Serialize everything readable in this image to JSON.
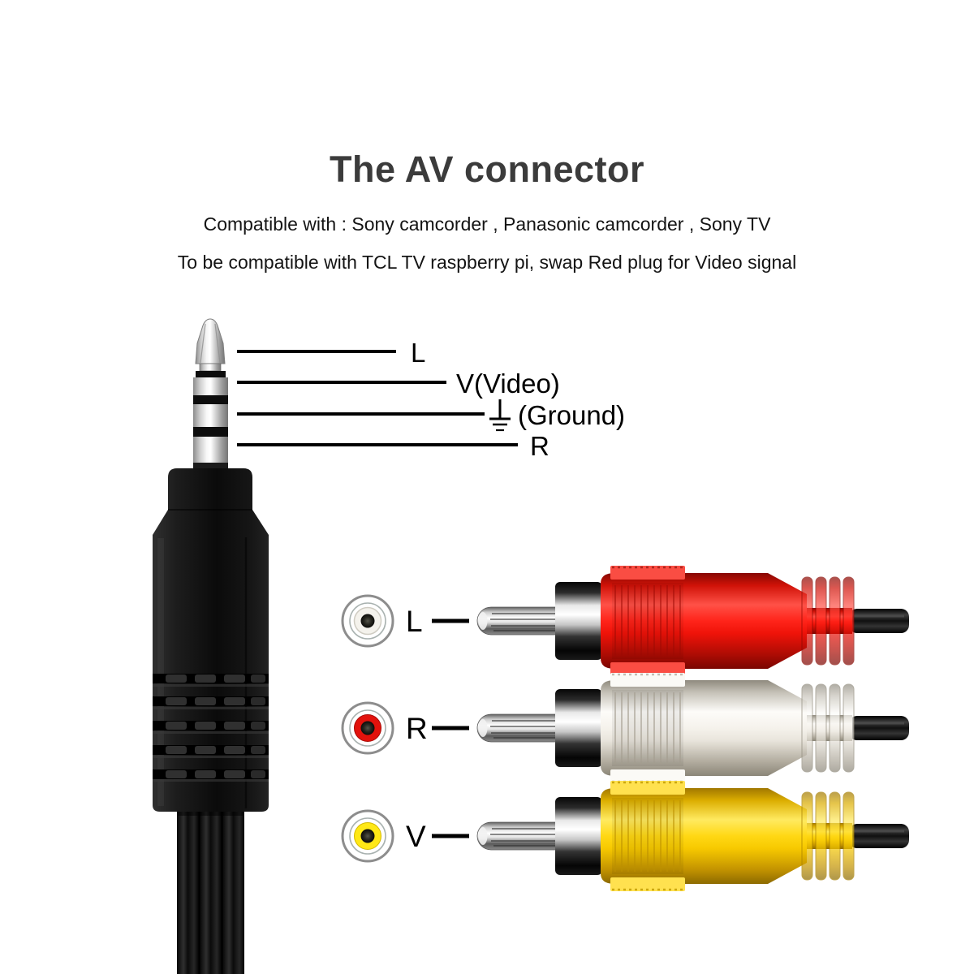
{
  "header": {
    "title": "The AV connector",
    "subtitle1": "Compatible with : Sony camcorder , Panasonic camcorder , Sony TV",
    "subtitle2": "To be compatible with TCL TV raspberry pi, swap Red plug for Video signal"
  },
  "pinout": {
    "plug_type": "3.5mm 4-pole (TRRS) jack",
    "labels": [
      {
        "pin": "tip",
        "text": "L"
      },
      {
        "pin": "ring1",
        "text": "V(Video)"
      },
      {
        "pin": "ring2",
        "text": "(Ground)",
        "icon": "earth-ground-icon"
      },
      {
        "pin": "sleeve",
        "text": "R"
      }
    ]
  },
  "rows": [
    {
      "letter": "L",
      "jack_icon": "rca-female-jack-white-icon",
      "jack_ring_color": "#f4f2ec",
      "plug_icon": "rca-plug-red",
      "plug_color": "#f01c12"
    },
    {
      "letter": "R",
      "jack_icon": "rca-female-jack-red-icon",
      "jack_ring_color": "#e2120c",
      "plug_icon": "rca-plug-white",
      "plug_color": "#f2efe7"
    },
    {
      "letter": "V",
      "jack_icon": "rca-female-jack-yellow-icon",
      "jack_ring_color": "#ffe816",
      "plug_icon": "rca-plug-yellow",
      "plug_color": "#ffd60f"
    }
  ],
  "colors": {
    "title_gray": "#3b3b3b",
    "text_black": "#141414",
    "red_plug": "#f01c12",
    "white_plug": "#f2efe7",
    "yellow_plug": "#ffd60f",
    "cable_black": "#151515",
    "metal_silver": "#e9e9e9"
  }
}
